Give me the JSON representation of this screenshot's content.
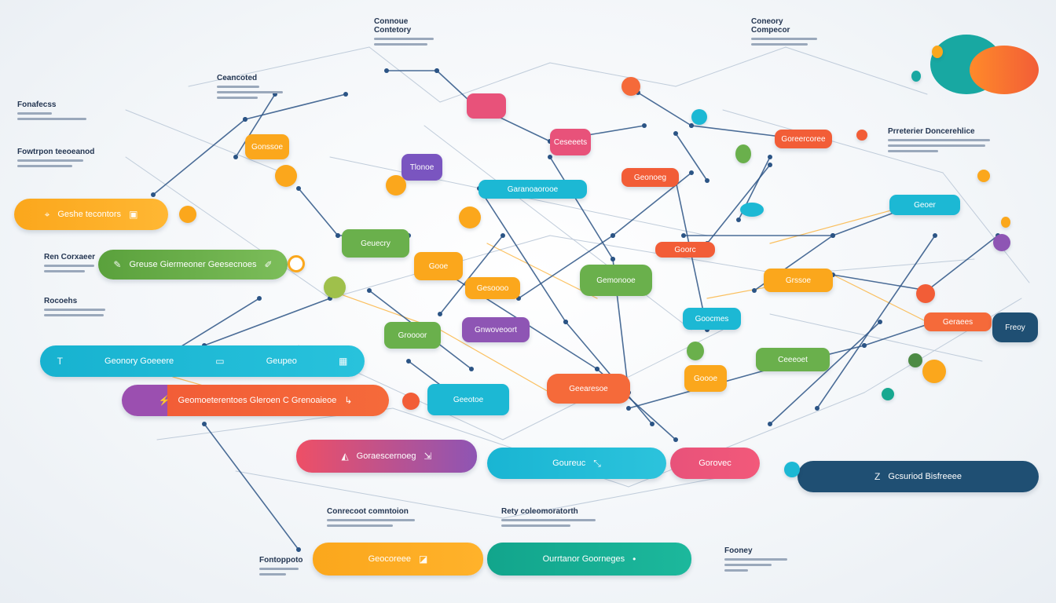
{
  "colors": {
    "orange": "#fba71c",
    "green": "#6ab04c",
    "teal": "#1cb8d4",
    "red": "#f25d37",
    "purple": "#8e55b4",
    "pink": "#e8527a",
    "navy": "#1f4f73",
    "emerald": "#18a890",
    "edge_dark": "#2b5485",
    "edge_light": "#b9c6d6"
  },
  "notes": {
    "top_center": "Connoue",
    "top_center_sub": "Contetory",
    "top_right": "Coneory",
    "top_right_sub": "Compecor",
    "upper_left_mid": "Ceancoted",
    "left_1": "Fonafecss",
    "left_2": "Fowtrpon teeoeanod",
    "left_3": "Ren Corxaeer",
    "left_4": "Rocoehs",
    "right_header": "Prreterier Doncerehlice",
    "bottom_left_1": "Conrecoot comntoion",
    "bottom_left_2": "Rety coleomoratorth",
    "bottom_far_left": "Fontoppoto",
    "bottom_right": "Fooney"
  },
  "pills": {
    "p1": "Geshe tecontors",
    "p2": "Greuse Giermeoner Geesecnoes",
    "p3": "Geonory Goeeere",
    "p3b": "Geupeo",
    "p4": "Geomoeterentoes Gleroen C Grenoaieoe",
    "p5": "Goraescernoeg",
    "p6": "Goureuc",
    "p7": "Ourrtanor Goorneges",
    "p8": "Geocoreee",
    "p9": "Gorovec",
    "p10": "Gcsuriod Bisfreeee",
    "n1": "Garanoaorooe",
    "n2": "Gnwoveoort",
    "n3": "Gemonooe",
    "n4": "Gooe",
    "n5": "Geeotoe",
    "n6": "Tlonoe",
    "n7": "Gonssoe",
    "n8": "Geuecry",
    "n9": "Gesoooo",
    "n10": "Geearesoe",
    "n11": "Groooor",
    "n12": "Grssoe",
    "n13": "Ceeeoet",
    "n14": "Goocmes",
    "n15": "Goooe",
    "n16": "Goorc",
    "n17": "Geonoeg",
    "n18": "Goreercoree",
    "n19": "Geraees",
    "n20": "Freoy",
    "n21": "Geoer",
    "n22": "Ceseeets"
  }
}
